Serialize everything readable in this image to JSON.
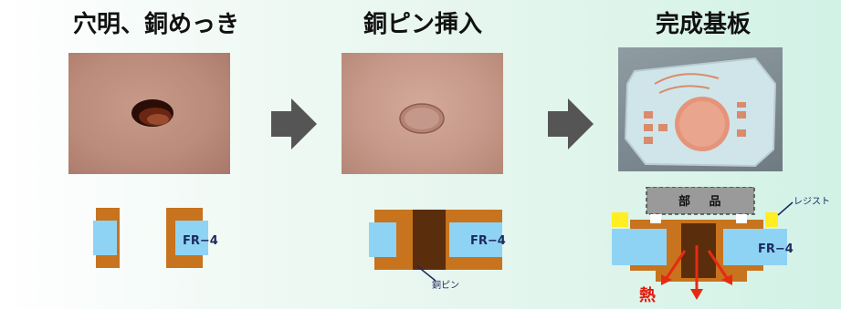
{
  "steps": [
    {
      "title": "穴明、銅めっき"
    },
    {
      "title": "銅ピン挿入"
    },
    {
      "title": "完成基板"
    }
  ],
  "labels": {
    "fr4": "FR−4",
    "copper_pin": "銅ピン",
    "resist": "レジスト",
    "parts": "部 品",
    "heat": "熱"
  },
  "colors": {
    "copper": "#c8731e",
    "fr4": "#8fd3f4",
    "pin": "#5a2d0c",
    "resist": "#ffee22",
    "parts": "#9a9a9a",
    "arrow": "#555555",
    "heat_arrow": "#e52b12"
  }
}
